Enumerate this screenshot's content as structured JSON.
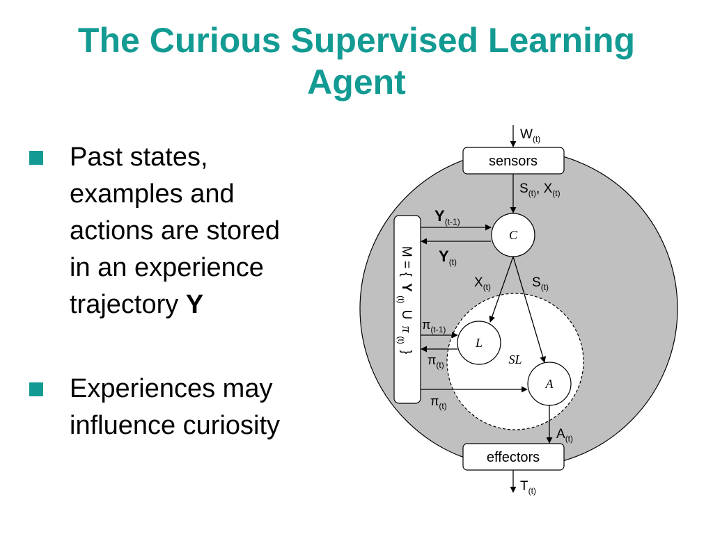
{
  "slide": {
    "title_line1": "The Curious Supervised Learning",
    "title_line2": "Agent",
    "bullets": [
      {
        "text_lines": [
          "Past states,",
          "examples and",
          "actions are stored",
          "in an experience"
        ],
        "last_line_prefix": "trajectory ",
        "last_line_bold": "Y"
      },
      {
        "text_lines": [
          "Experiences may",
          "influence curiosity"
        ]
      }
    ]
  },
  "diagram": {
    "sensors_label": "sensors",
    "effectors_label": "effectors",
    "curiosity_node": "C",
    "learner_node": "L",
    "actor_node": "A",
    "sl_label": "SL",
    "memory": {
      "prefix": "M = {",
      "y": "Y",
      "y_sub": "(t)",
      "union": "U",
      "pi": "π",
      "pi_sub": "(t)",
      "suffix": "}"
    },
    "labels": {
      "w": "W",
      "w_sub": "(t)",
      "s": "S",
      "s_sub": "(t)",
      "comma": ", ",
      "x": "X",
      "x_sub": "(t)",
      "y_prev": "Y",
      "y_prev_sub": "(t-1)",
      "y_now": "Y",
      "y_now_sub": "(t)",
      "x_mid": "X",
      "x_mid_sub": "(t)",
      "s_mid": "S",
      "s_mid_sub": "(t)",
      "pi_prev": "π",
      "pi_prev_sub": "(t-1)",
      "pi_now": "π",
      "pi_now_sub": "(t)",
      "pi_bottom": "π",
      "pi_bottom_sub": "(t)",
      "a": "A",
      "a_sub": "(t)",
      "t": "T",
      "t_sub": "(t)"
    }
  },
  "colors": {
    "title": "#139b93",
    "bullet": "#139b93",
    "agent_fill": "#c0c0c0"
  }
}
